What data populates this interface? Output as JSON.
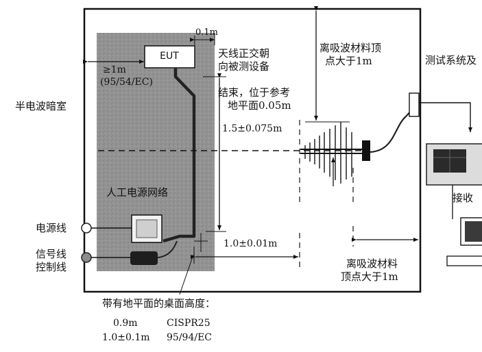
{
  "labels": {
    "chamber": "半电波暗室",
    "eut": "EUT",
    "gap_to_edge": "0.1m",
    "antenna_orient_1": "天线正交朝",
    "antenna_orient_2": "向被测设备",
    "dist_1m": "≥1m",
    "std_95_54": "(95/54/EC)",
    "termination_1": "结束，位于参考",
    "termination_2": "地平面0.05m",
    "antenna_height": "1.5±0.075m",
    "absorber_top_1": "离吸波材料顶",
    "absorber_top_2": "点大于1m",
    "test_system": "测试系统及",
    "receiver": "接收",
    "lisn": "人工电源网络",
    "power_line": "电源线",
    "signal_line": "信号线",
    "control_line": "控制线",
    "antenna_distance": "1.0±0.01m",
    "absorber_side_1": "离吸波材料",
    "absorber_side_2": "顶点大于1m",
    "table_height_title": "带有地平面的桌面高度：",
    "h_cispr": "0.9m",
    "std_cispr": "CISPR25",
    "h_95_94": "1.0±0.1m",
    "std_95_94": "95/94/EC"
  },
  "colors": {
    "ground_plane": "#8e8e8e",
    "line": "#111111",
    "signal_port": "#8c8c8c"
  }
}
